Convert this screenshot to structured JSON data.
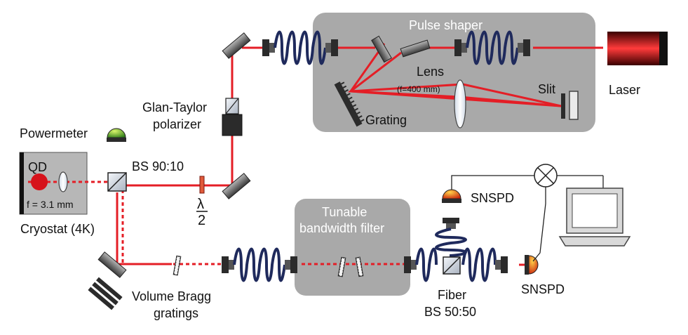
{
  "labels": {
    "pulse_shaper": "Pulse shaper",
    "laser": "Laser",
    "lens": "Lens",
    "lens_focal": "(f=400 mm)",
    "slit": "Slit",
    "grating": "Grating",
    "glan_taylor_1": "Glan-Taylor",
    "glan_taylor_2": "polarizer",
    "powermeter": "Powermeter",
    "qd": "QD",
    "objective_focal": "f = 3.1 mm",
    "cryostat": "Cryostat (4K)",
    "bs_90_10": "BS 90:10",
    "waveplate_num": "λ",
    "waveplate_den": "2",
    "tunable_1": "Tunable",
    "tunable_2": "bandwidth filter",
    "vbg_1": "Volume Bragg",
    "vbg_2": "gratings",
    "snspd_top": "SNSPD",
    "snspd_right": "SNSPD",
    "fiber_1": "Fiber",
    "fiber_2": "BS 50:50"
  },
  "colors": {
    "beam": "#e41e26",
    "box_gray": "#a9a9a9",
    "fiber_coil": "#1f2a5c",
    "qd_dot": "#d6121b",
    "component_dark": "#2b2b2b"
  }
}
